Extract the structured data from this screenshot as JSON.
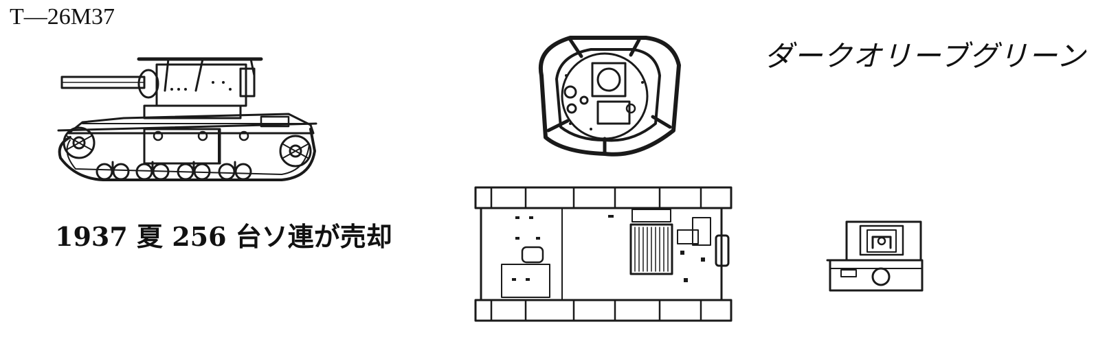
{
  "title": "T—26M37",
  "color_name": "ダークオリーブグリーン",
  "caption": "1937 夏 256 台ソ連が売却",
  "colors": {
    "ink": "#1a1a1a",
    "paper": "#ffffff"
  }
}
